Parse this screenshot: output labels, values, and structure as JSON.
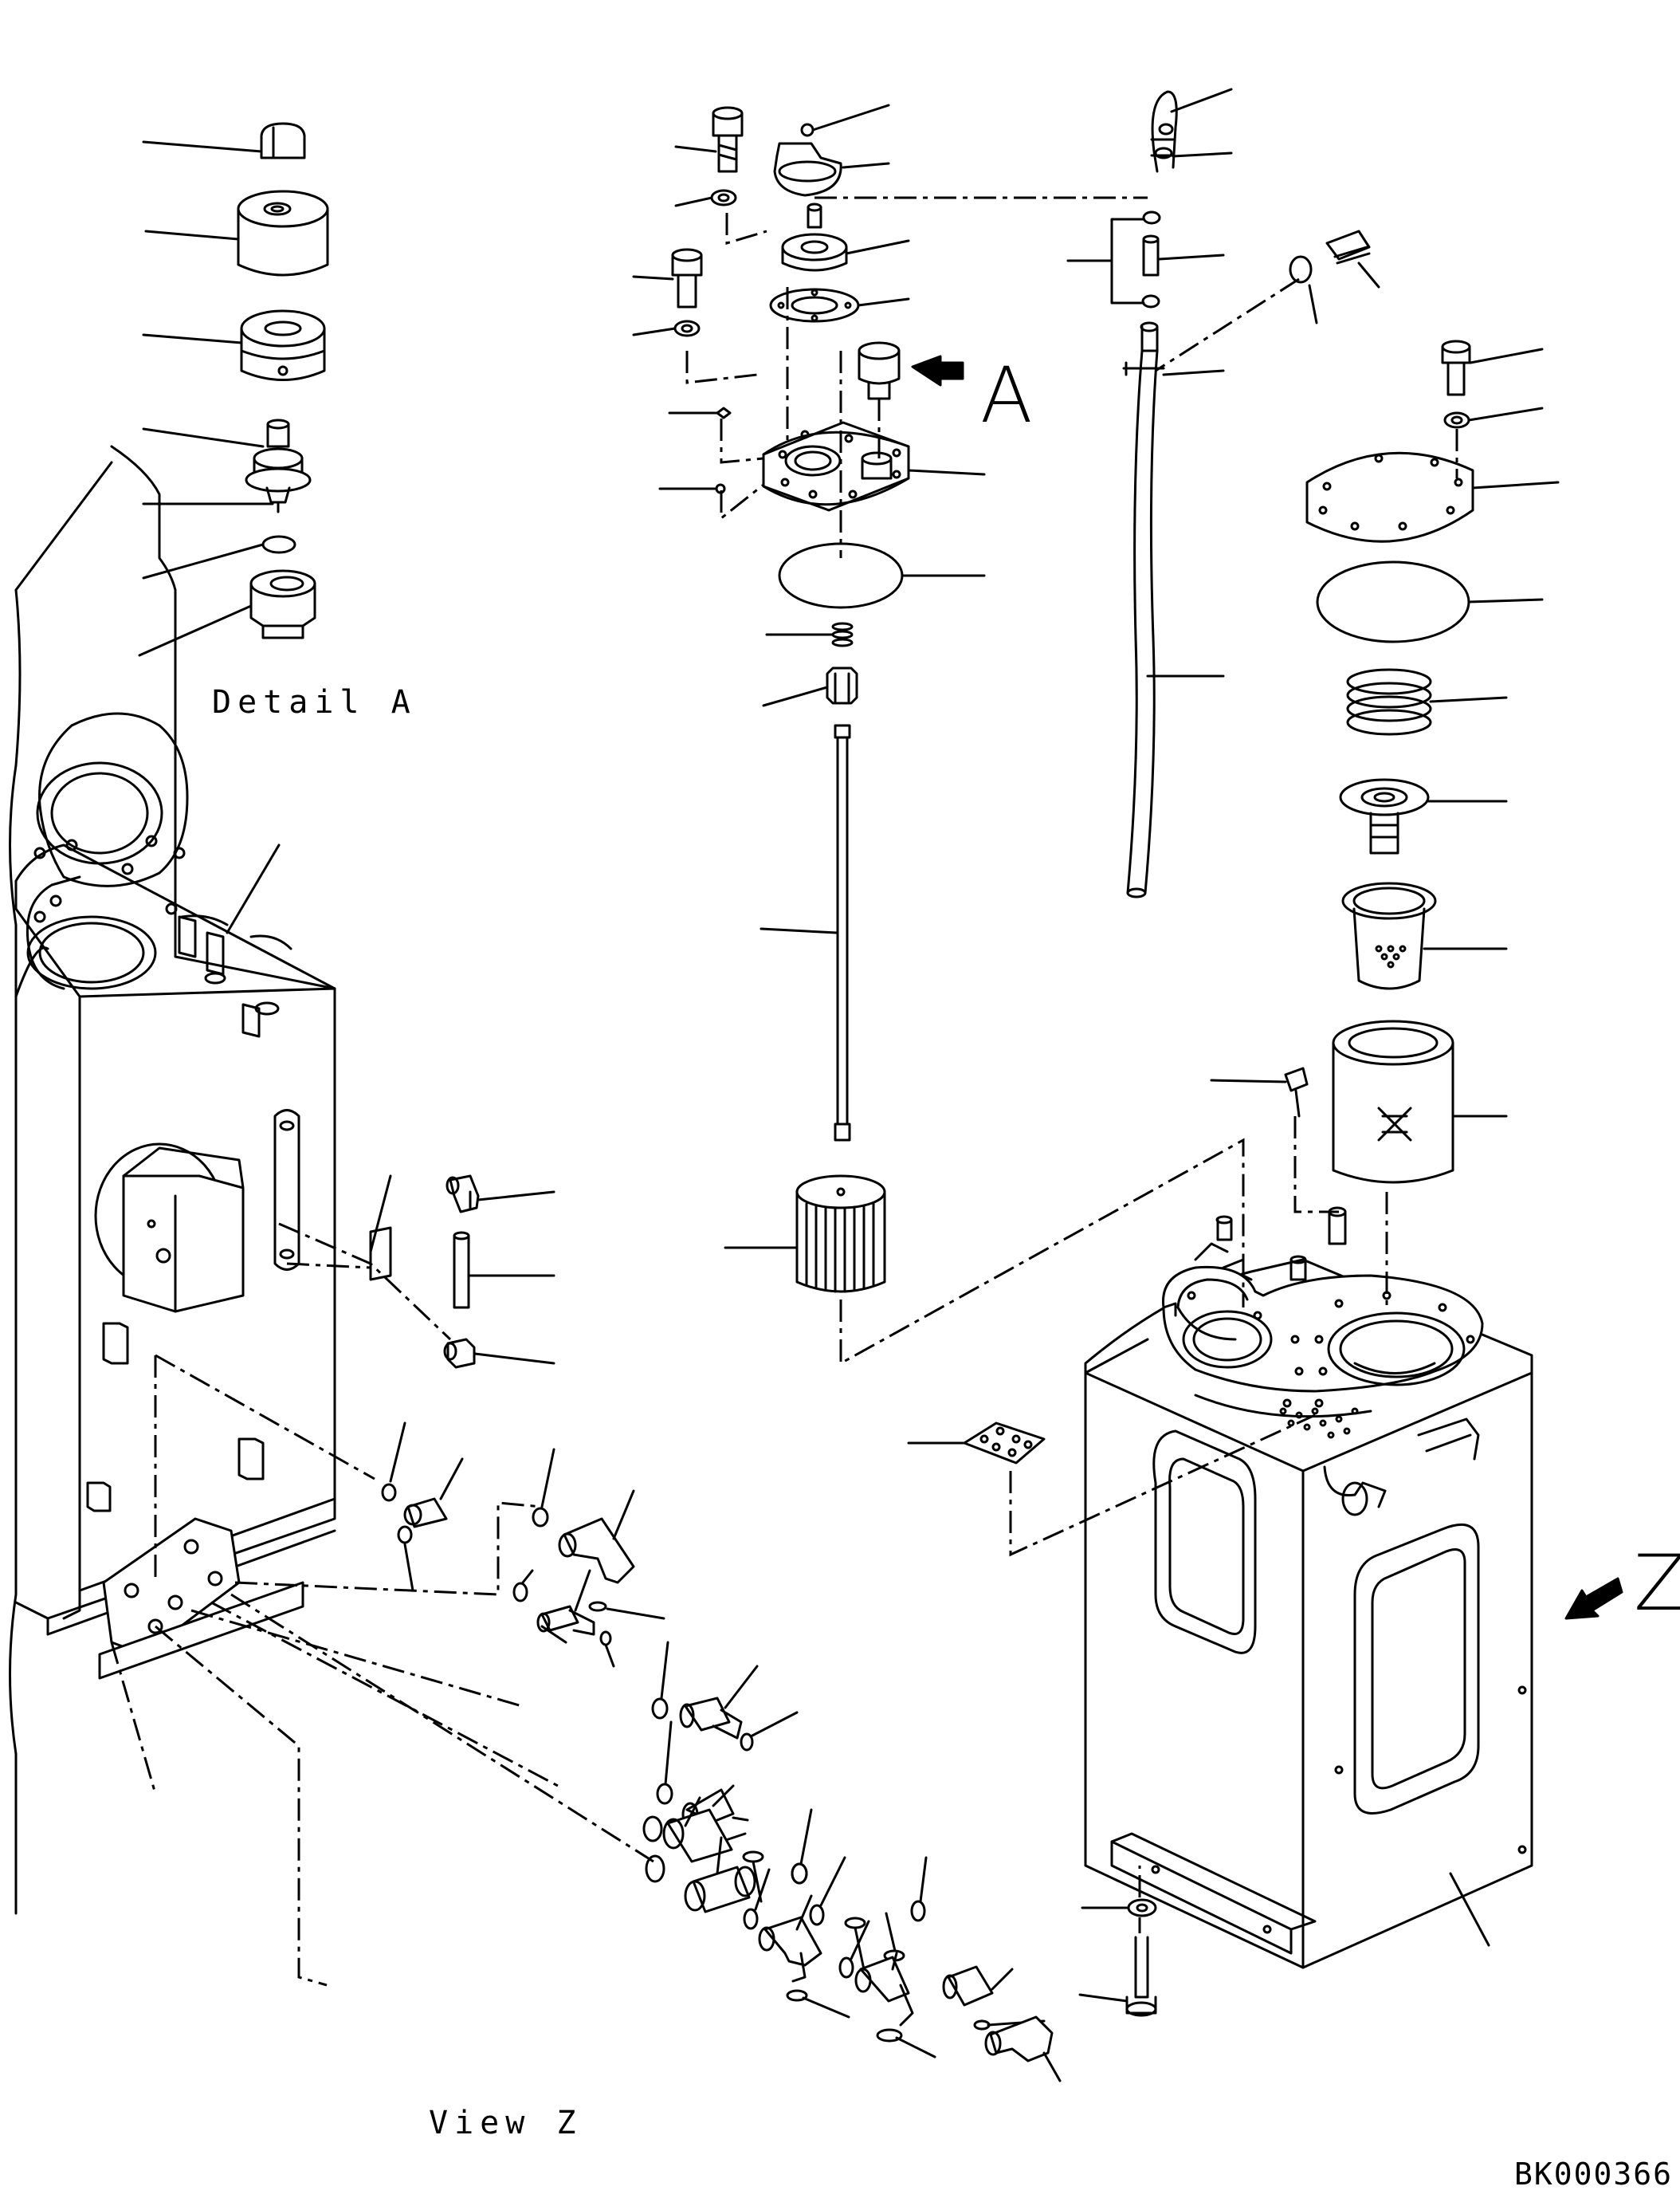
{
  "labels": {
    "detail": "Detail A",
    "view": "View Z",
    "drawing_code": "BK000366",
    "arrow_a": "A",
    "arrow_z": "Z"
  },
  "colors": {
    "ink": "#000000",
    "paper": "#ffffff"
  }
}
